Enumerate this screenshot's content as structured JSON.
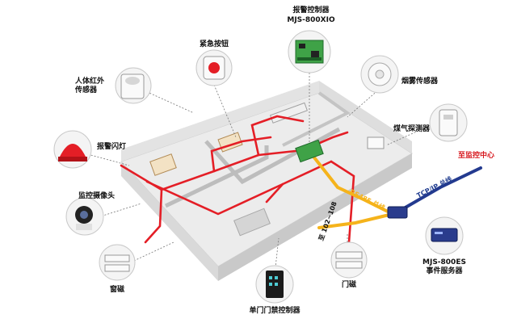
{
  "labels": {
    "alarm_controller": "报警控制器",
    "alarm_controller_model": "MJS-800XIO",
    "emergency_button": "紧急按钮",
    "pir_sensor": "人体红外\n传感器",
    "smoke_sensor": "烟雾传感器",
    "gas_detector": "煤气探测器",
    "alarm_flash": "报警闪灯",
    "camera": "监控摄像头",
    "to_center": "至监控中心",
    "tcpip_bus": "TCP/IP 总线",
    "rs485_bus": "RS485 总线",
    "addr_range": "至 102~108",
    "event_server": "MJS-800ES\n事件服务器",
    "window_magnet": "窗磁",
    "door_magnet": "门磁",
    "access_controller": "单门门禁控制器"
  },
  "colors": {
    "wire": "#e41e26",
    "rs485": "#f5b31b",
    "tcpip": "#233a8f",
    "label_red": "#d7191f",
    "label_blue": "#1f3c8f",
    "pcb": "#3fa247"
  }
}
